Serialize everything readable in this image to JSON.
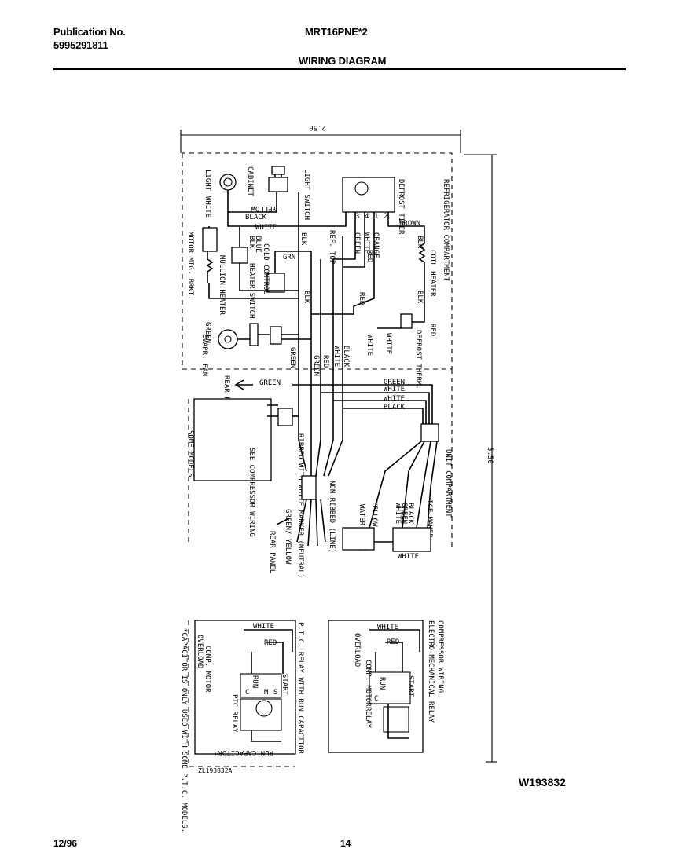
{
  "header": {
    "publication_label": "Publication No.",
    "publication_number": "5995291811",
    "model": "MRT16PNE*2",
    "title": "WIRING DIAGRAM"
  },
  "footer": {
    "date": "12/96",
    "page": "14",
    "figure_id": "W193832"
  },
  "dimensions": {
    "width": "2.50",
    "height": "5.50"
  },
  "sections": {
    "refrigerator": "REFRIGERATOR COMPARTMENT",
    "unit": "UNIT COMPARTMENT"
  },
  "components": {
    "light": "LIGHT",
    "cabinet": "CABINET",
    "light_switch": "LIGHT SWITCH",
    "defrost_timer": "DEFROST TIMER",
    "coil_heater": "COIL HEATER",
    "defrost_therm": "DEFROST THERM.",
    "mullion_heater": "MULLION HEATER",
    "heater_switch": "HEATER SWITCH",
    "motor_mtg": "MOTOR MTG. BRKT.",
    "cold_control": "COLD CONTROL",
    "ref_top": "REF. TOP",
    "evap_fan": "EVAPR. FAN",
    "rear_panel": "REAR PANEL",
    "see_compressor": "SEE COMPRESSOR WIRING",
    "some_models": "SOME MODELS",
    "ribbed": "RIBBED WITH WHITE MARKER (NEUTRAL)",
    "non_ribbed": "NON-RIBBED (LINE)",
    "green_yellow": "GREEN/ YELLOW",
    "water_valve": "WATER VALVE",
    "ice_maker": "ICE MAKER",
    "timer_terminals": [
      "3",
      "4",
      "1",
      "2"
    ]
  },
  "wire_labels": {
    "white": "WHITE",
    "yellow": "YELLOW",
    "black": "BLACK",
    "blk": "BLK",
    "blue": "BLUE",
    "green": "GREEN",
    "red": "RED",
    "orange": "ORANGE",
    "brown": "BROWN",
    "grn": "GRN"
  },
  "ptc_box": {
    "title": "P.T.C. RELAY WITH RUN CAPACITOR",
    "note": "*CAPACITOR IS ONLY USED WITH SOME P.T.C. MODELS.",
    "overload": "OVERLOAD",
    "comp_motor": "COMP. MOTOR",
    "ptc_relay": "PTC RELAY",
    "run_capacitor": "RUN CAPACITOR*",
    "start": "START",
    "run": "RUN",
    "common": "C",
    "m": "M",
    "s": "S",
    "code": "ZL193832A"
  },
  "emr_box": {
    "title": "COMPRESSOR WIRING",
    "subtitle": "ELECTRO-MECHANICAL RELAY",
    "overload": "OVERLOAD",
    "comp_motor": "COMP. MOTOR",
    "relay": "RELAY",
    "start": "START",
    "run": "RUN",
    "common": "C"
  }
}
